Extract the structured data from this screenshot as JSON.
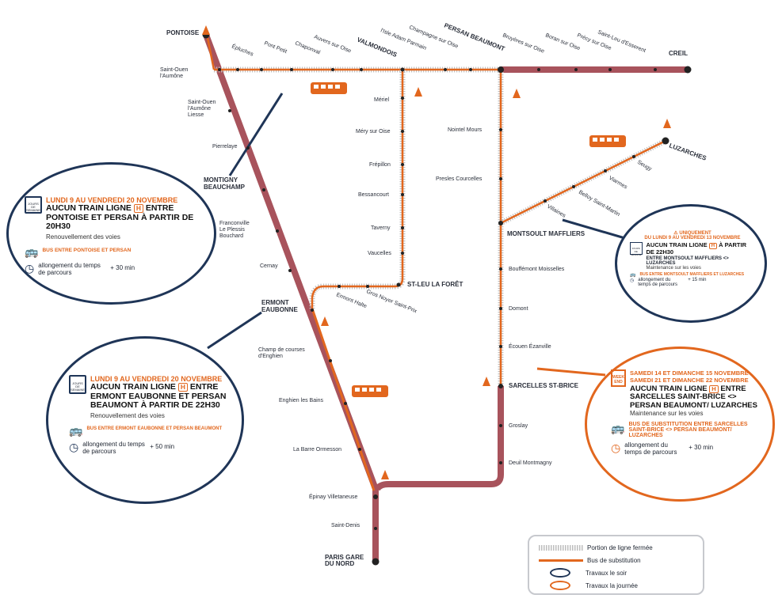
{
  "colors": {
    "line": "#a8535c",
    "bus": "#e2671e",
    "navy": "#1f3557",
    "closed": "#c2c2c2"
  },
  "stations": {
    "pontoise": "PONTOISE",
    "saint_ouen": "Saint-Ouen\nl'Aumône",
    "saint_ouen_liesse": "Saint-Ouen\nl'Aumône\nLiesse",
    "pierrelaye": "Pierrelaye",
    "montigny": "MONTIGNY\nBEAUCHAMP",
    "franconville": "Franconville\nLe Plessis\nBouchard",
    "cernay": "Cernay",
    "ermont": "ERMONT\nEAUBONNE",
    "champ_courses": "Champ de courses\nd'Enghien",
    "enghien": "Enghien les Bains",
    "barre": "La Barre Ormesson",
    "epinay": "Épinay Villetaneuse",
    "saint_denis": "Saint-Denis",
    "paris_nord": "PARIS GARE\nDU NORD",
    "epluches": "Épluches",
    "pont_petit": "Pont Petit",
    "chaponval": "Chaponval",
    "auvers": "Auvers sur Oise",
    "valmondois": "VALMONDOIS",
    "isle_adam": "l'Isle Adam Parmain",
    "champagne": "Champagne sur Oise",
    "persan": "PERSAN BEAUMONT",
    "bruyeres": "Bruyères sur Oise",
    "boran": "Boran sur Oise",
    "precy": "Précy sur Oise",
    "saint_leu_esserent": "Saint-Leu d'Esserent",
    "creil": "CREIL",
    "meriel": "Mériel",
    "mery": "Méry sur Oise",
    "frepillon": "Frépillon",
    "bessancourt": "Bessancourt",
    "taverny": "Taverny",
    "vaucelles": "Vaucelles",
    "st_leu_foret": "ST-LEU LA FORÊT",
    "ermont_halte": "Ermont Halte",
    "gros_noyer": "Gros Noyer Saint-Prix",
    "nointel": "Nointel Mours",
    "presles": "Presles Courcelles",
    "montsoult": "MONTSOULT MAFFLIERS",
    "bouffemont": "Bouffémont Moisselles",
    "domont": "Domont",
    "ecouen": "Écouen Ézanville",
    "sarcelles": "SARCELLES ST-BRICE",
    "groslay": "Groslay",
    "deuil": "Deuil Montmagny",
    "villaines": "Villaines",
    "belloy": "Belloy Saint-Martin",
    "viarmes": "Viarmes",
    "seugy": "Seugy",
    "luzarches": "LUZARCHES"
  },
  "box1": {
    "date": "LUNDI 9 AU VENDREDI 20 NOVEMBRE",
    "days": "JOURS DE SEMAINE",
    "title": "AUCUN TRAIN LIGNE",
    "line": "H",
    "rest": "ENTRE PONTOISE ET PERSAN À PARTIR DE 20H30",
    "reason": "Renouvellement des voies",
    "bus": "BUS ENTRE PONTOISE ET PERSAN",
    "time_label": "allongement du temps de parcours",
    "time": "+ 30 min"
  },
  "box2": {
    "date": "LUNDI 9 AU VENDREDI 20 NOVEMBRE",
    "days": "JOURS DE SEMAINE",
    "title": "AUCUN TRAIN LIGNE",
    "line": "H",
    "rest": "ENTRE ERMONT EAUBONNE ET PERSAN BEAUMONT À PARTIR DE 22H30",
    "reason": "Renouvellement des voies",
    "bus": "BUS ENTRE ERMONT EAUBONNE ET PERSAN BEAUMONT",
    "time_label": "allongement du temps de parcours",
    "time": "+ 50 min"
  },
  "box3": {
    "warn": "UNIQUEMENT",
    "date": "DU LUNDI 9 AU VENDREDI 13 NOVEMBRE",
    "days": "JOURS DE SEMAINE",
    "title": "AUCUN TRAIN LIGNE",
    "line": "H",
    "rest": "À PARTIR DE 22H30",
    "between": "ENTRE MONTSOULT MAFFLIERS <> LUZARCHES",
    "reason": "Maintenance sur les voies",
    "bus": "BUS ENTRE MONTSOULT MAFFLIERS ET LUZARCHES",
    "time_label": "allongement du temps de parcours",
    "time": "+ 15 min"
  },
  "box4": {
    "date1": "SAMEDI 14 ET DIMANCHE 15 NOVEMBRE",
    "date2": "SAMEDI 21 ET DIMANCHE 22 NOVEMBRE",
    "days": "WEEK END",
    "title": "AUCUN TRAIN LIGNE",
    "line": "H",
    "rest": "ENTRE SARCELLES SAINT-BRICE <> PERSAN BEAUMONT/ LUZARCHES",
    "reason": "Maintenance sur les voies",
    "bus": "BUS DE SUBSTITUTION ENTRE SARCELLES SAINT-BRICE <> PERSAN BEAUMONT/ LUZARCHES",
    "time_label": "allongement du temps de parcours",
    "time": "+ 30 min"
  },
  "legend": {
    "closed": "Portion de ligne fermée",
    "bus": "Bus de substitution",
    "evening": "Travaux le soir",
    "day": "Travaux la journée"
  }
}
